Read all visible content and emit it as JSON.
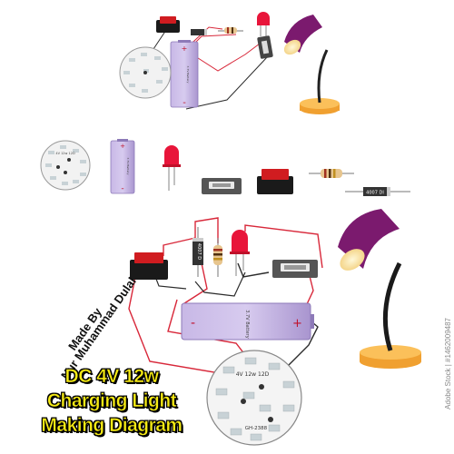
{
  "title": {
    "line1": "DC 4V 12w",
    "line2": "Charging Light",
    "line3": "Making Diagram"
  },
  "author": {
    "line1": "Made By",
    "line2": "Nur Muhammad Dulal"
  },
  "labels": {
    "battery": "3.7V Battery",
    "battery_plus": "+",
    "battery_minus": "-",
    "diode": "4007 D",
    "diode_small": "4007 DI",
    "led_board": "4V 12w 12D",
    "board_code": "GH-2388"
  },
  "stock_id": "Adobe Stock | #1462009487",
  "colors": {
    "lamp_shade": "#7b1a6e",
    "lamp_base": "#f0a030",
    "battery": "#b8a6d8",
    "switch": "#d01c20",
    "led": "#e8153a",
    "wire_red": "#d8283a",
    "wire_black": "#2b2b2b",
    "title_text": "#f5ea14"
  }
}
